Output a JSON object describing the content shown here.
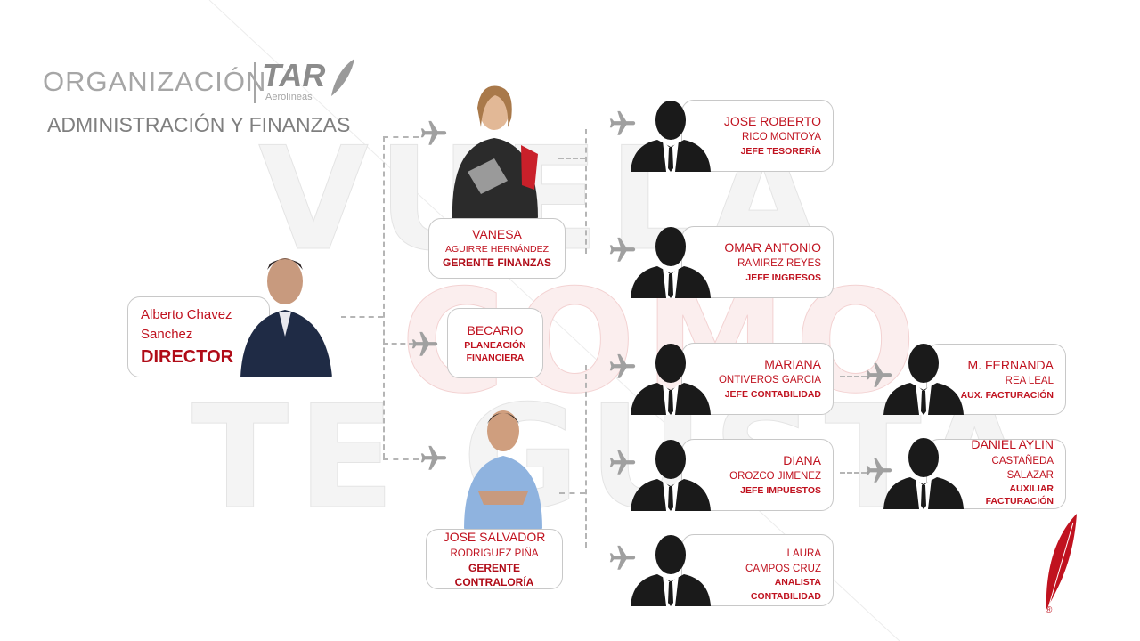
{
  "header": {
    "title": "ORGANIZACIÓN",
    "logo_text": "TAR",
    "logo_sub": "Aerolíneas",
    "subtitle": "ADMINISTRACIÓN Y FINANZAS"
  },
  "watermark": {
    "line1": "VUELA",
    "line2": "COMO",
    "line3": "TE GUSTA"
  },
  "colors": {
    "accent": "#c0121f",
    "border": "#c8c8c8",
    "title": "#a6a6a6"
  },
  "director": {
    "name1": "Alberto Chavez",
    "name2": "Sanchez",
    "role": "DIRECTOR"
  },
  "managers": [
    {
      "first": "VANESA",
      "last": "AGUIRRE HERNÁNDEZ",
      "role": "GERENTE FINANZAS"
    },
    {
      "first": "BECARIO",
      "role1": "PLANEACIÓN",
      "role2": "FINANCIERA"
    },
    {
      "first": "JOSE SALVADOR",
      "last": "RODRIGUEZ PIÑA",
      "role1": "GERENTE",
      "role2": "CONTRALORÍA"
    }
  ],
  "staff": [
    {
      "first": "JOSE ROBERTO",
      "last": "RICO MONTOYA",
      "role": "JEFE TESORERÍA"
    },
    {
      "first": "OMAR ANTONIO",
      "last": "RAMIREZ REYES",
      "role": "JEFE INGRESOS"
    },
    {
      "first": "MARIANA",
      "last": "ONTIVEROS GARCIA",
      "role": "JEFE CONTABILIDAD"
    },
    {
      "first": "DIANA",
      "last": "OROZCO JIMENEZ",
      "role": "JEFE IMPUESTOS"
    },
    {
      "first": "LAURA",
      "last": "CAMPOS CRUZ",
      "role1": "ANALISTA",
      "role2": "CONTABILIDAD"
    }
  ],
  "assistants": [
    {
      "first": "M. FERNANDA",
      "last": "REA LEAL",
      "role": "AUX. FACTURACIÓN"
    },
    {
      "first": "DANIEL AYLIN",
      "last1": "CASTAÑEDA",
      "last2": "SALAZAR",
      "role1": "AUXILIAR",
      "role2": "FACTURACIÓN"
    }
  ],
  "footer": {
    "registered": "®"
  }
}
